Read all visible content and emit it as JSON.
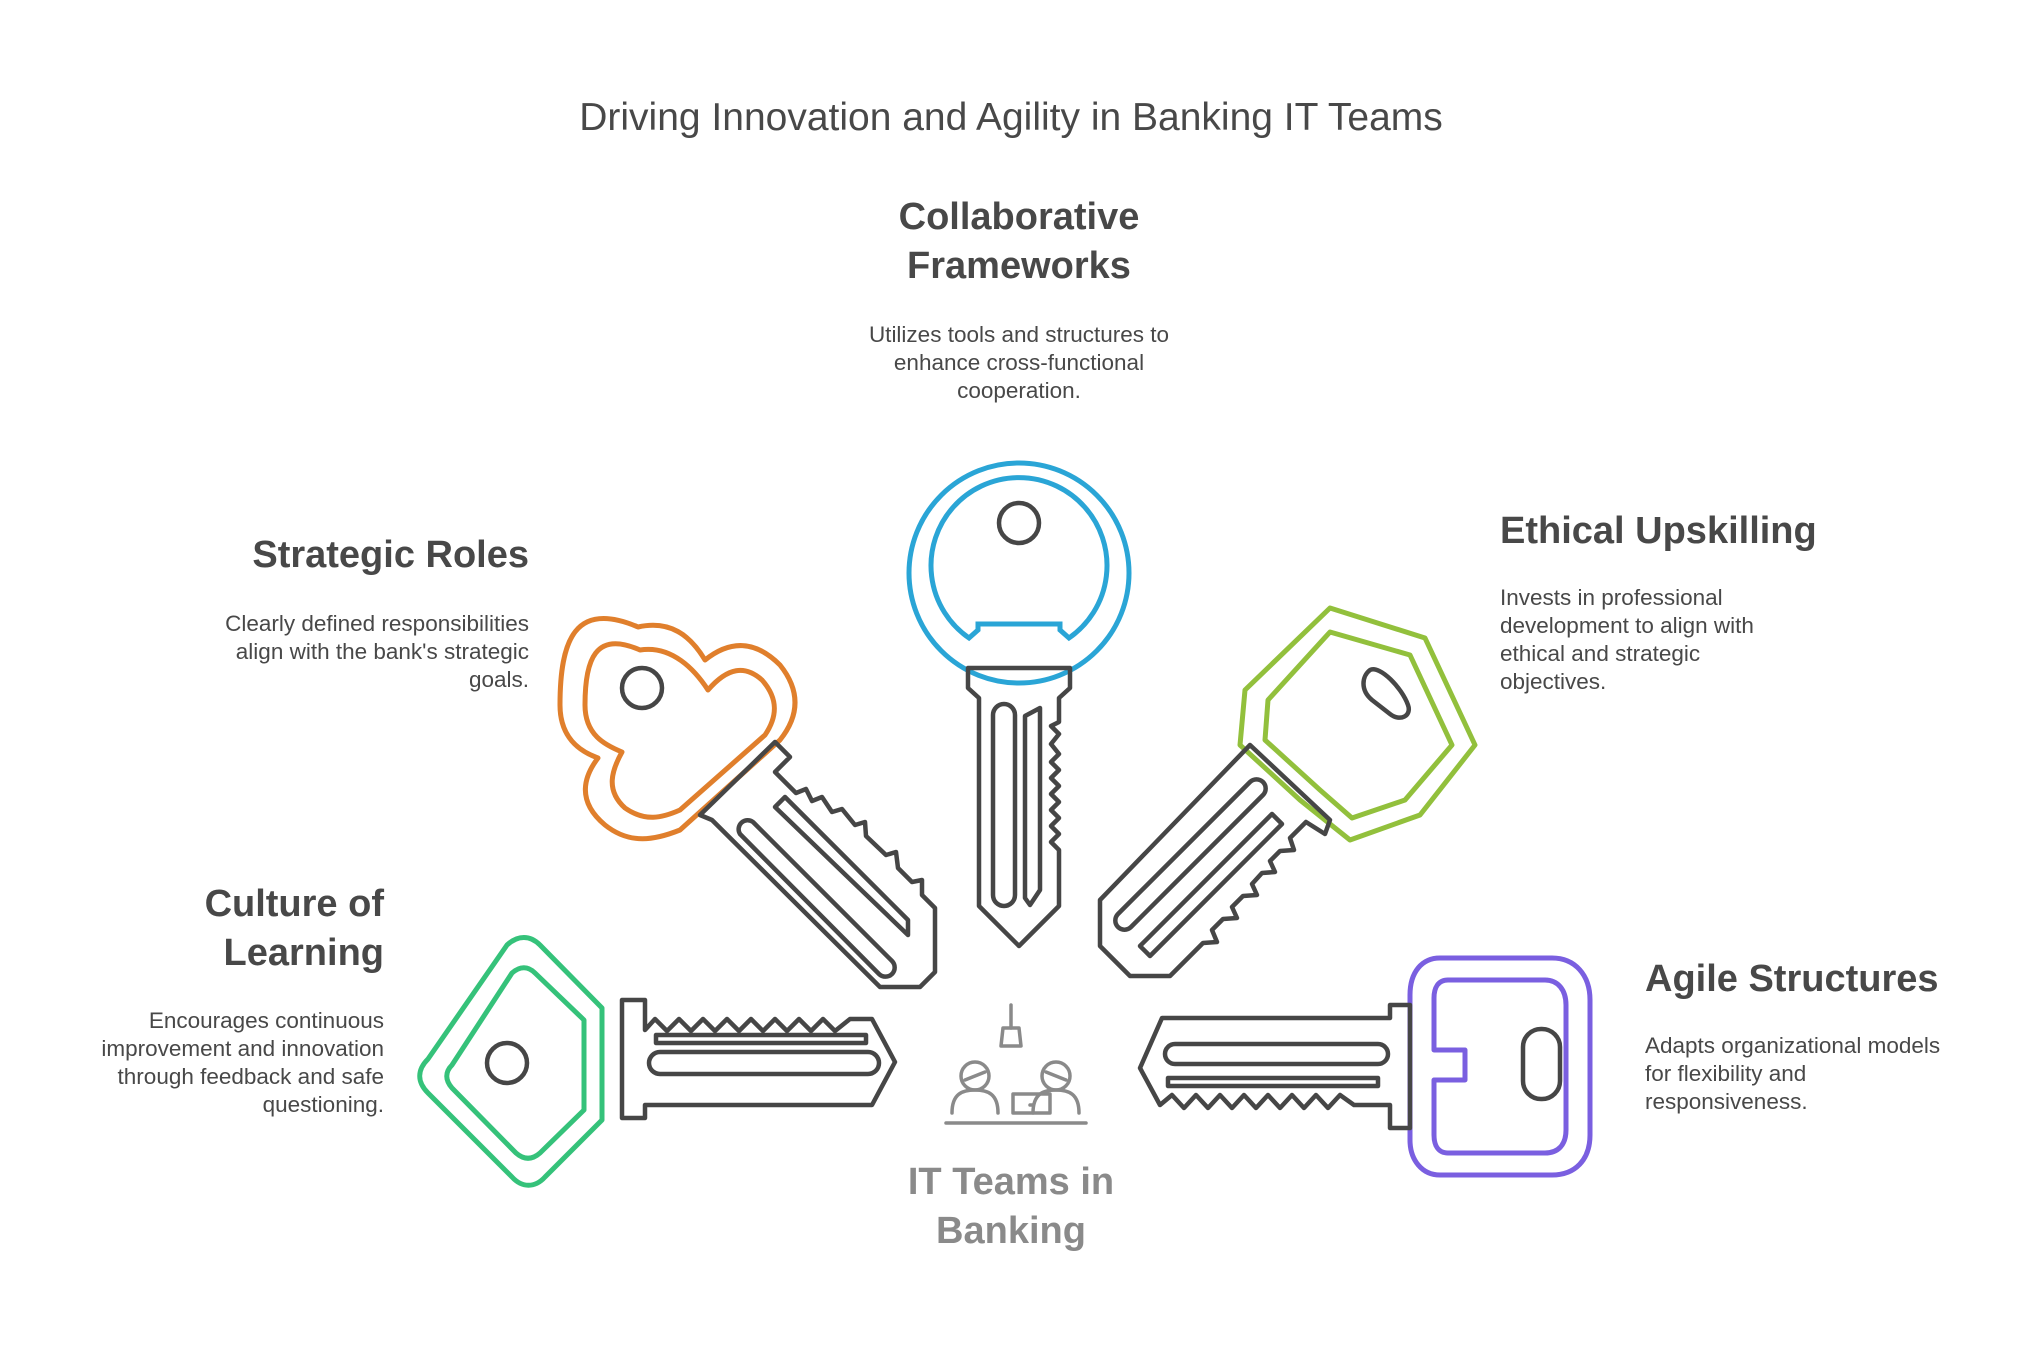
{
  "title": "Driving Innovation and Agility in Banking IT Teams",
  "center": {
    "label_line1": "IT Teams in",
    "label_line2": "Banking"
  },
  "keys": [
    {
      "id": "collaborative",
      "title_line1": "Collaborative",
      "title_line2": "Frameworks",
      "desc_lines": [
        "Utilizes tools and structures to",
        "enhance cross-functional",
        "cooperation."
      ],
      "color": "#2aa5d6"
    },
    {
      "id": "strategic",
      "title_line1": "Strategic Roles",
      "desc_lines": [
        "Clearly defined responsibilities",
        "align with the bank's strategic",
        "goals."
      ],
      "color": "#e07f2c"
    },
    {
      "id": "ethical",
      "title_line1": "Ethical Upskilling",
      "desc_lines": [
        "Invests in professional",
        "development to align with",
        "ethical and strategic",
        "objectives."
      ],
      "color": "#92c03c"
    },
    {
      "id": "culture",
      "title_line1": "Culture of",
      "title_line2": "Learning",
      "desc_lines": [
        "Encourages continuous",
        "improvement and innovation",
        "through feedback and safe",
        "questioning."
      ],
      "color": "#35c27a"
    },
    {
      "id": "agile",
      "title_line1": "Agile Structures",
      "desc_lines": [
        "Adapts organizational models",
        "for flexibility and",
        "responsiveness."
      ],
      "color": "#7a5fe0"
    }
  ],
  "colors": {
    "outline": "#464646",
    "text": "#484848",
    "hub_text": "#8a8a8a"
  }
}
